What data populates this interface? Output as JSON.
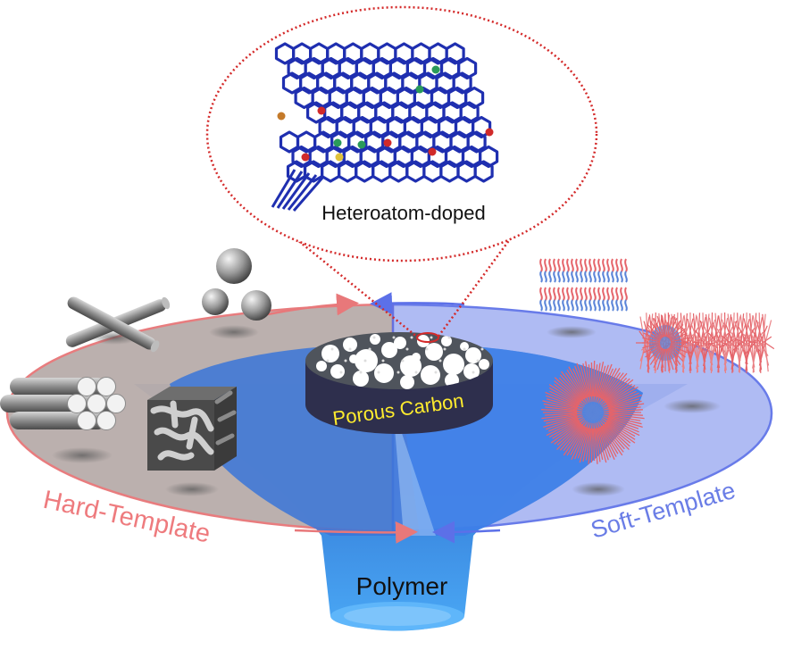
{
  "labels": {
    "inset": "Heteroatom-doped",
    "center": "Porous Carbon",
    "left": "Hard-Template",
    "right": "Soft-Template",
    "funnel": "Polymer"
  },
  "colors": {
    "hard_ellipse": "#b9aeac",
    "hard_border": "#e8787a",
    "soft_ellipse": "#a9b6f2",
    "soft_border": "#5c70e8",
    "funnel": "#2f7fe8",
    "carbon_top": "#4f545c",
    "carbon_side": "#2e2f4d",
    "center_text": "#ffec2e",
    "graphene": "#1f2fb0",
    "dotted": "#d42a2a",
    "hard_text": "#ee7b7e",
    "soft_text": "#6a7de6"
  },
  "icons": [
    "silica-spheres-icon",
    "crossed-rods-icon",
    "rod-bundle-icon",
    "porous-cube-icon",
    "lamellar-micelle-icon",
    "cylindrical-micelle-icon",
    "spherical-micelle-icon",
    "graphene-lattice-icon"
  ]
}
